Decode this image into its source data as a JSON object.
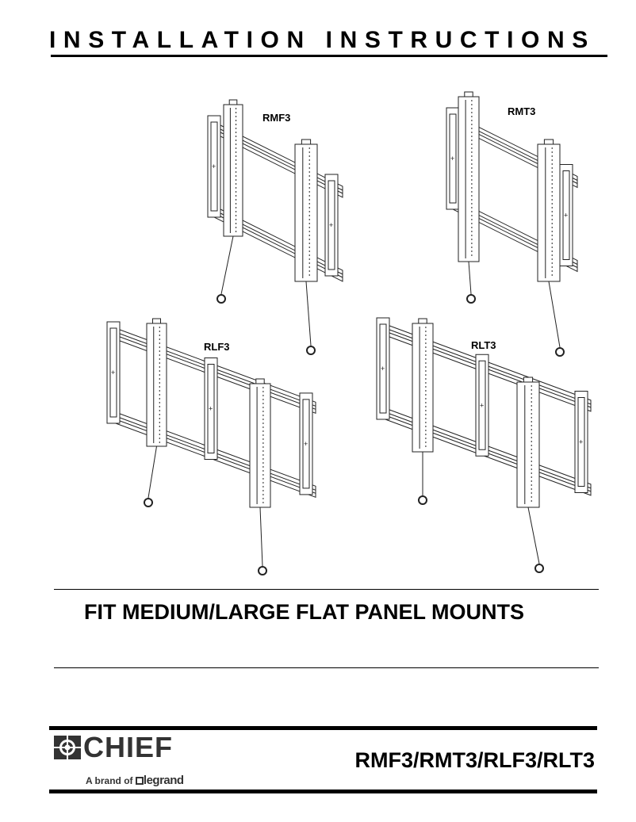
{
  "header": {
    "title": "INSTALLATION INSTRUCTIONS"
  },
  "illustrations": [
    {
      "label": "RMF3",
      "style": "medium-fixed"
    },
    {
      "label": "RMT3",
      "style": "medium-tilt"
    },
    {
      "label": "RLF3",
      "style": "large-fixed"
    },
    {
      "label": "RLT3",
      "style": "large-tilt"
    }
  ],
  "subtitle": "FIT MEDIUM/LARGE FLAT PANEL MOUNTS",
  "footer": {
    "brand": "CHIEF",
    "brand_tagline": "A brand of",
    "parent_brand": "legrand",
    "models": "RMF3/RMT3/RLF3/RLT3"
  },
  "colors": {
    "ink": "#000000",
    "logo": "#333333"
  }
}
